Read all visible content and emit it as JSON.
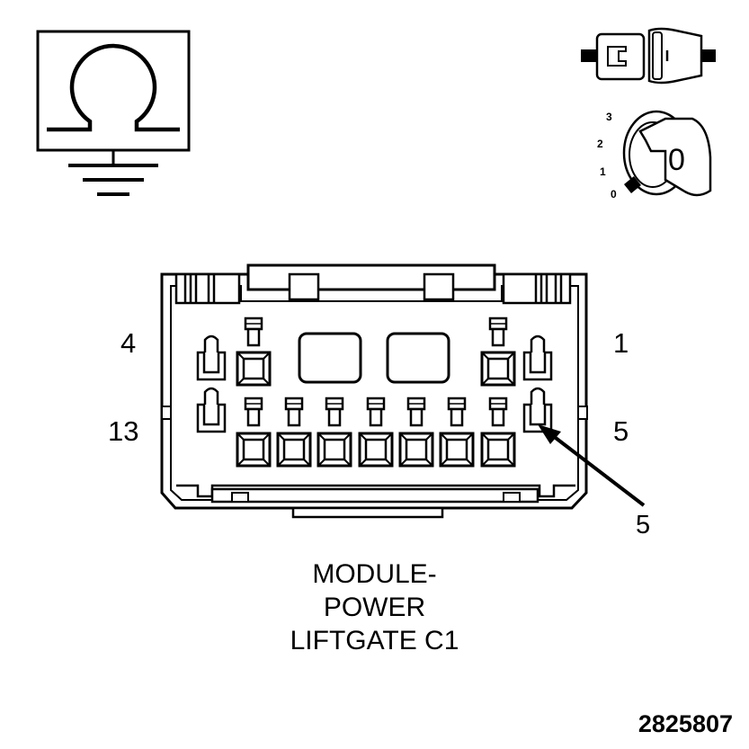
{
  "connector": {
    "pin_labels": {
      "top_left": "4",
      "top_right": "1",
      "bottom_left": "13",
      "bottom_right": "5",
      "callout": "5"
    },
    "title_lines": [
      "MODULE-",
      "POWER",
      "LIFTGATE C1"
    ]
  },
  "ignition_key": {
    "positions": [
      "3",
      "2",
      "1",
      "0"
    ],
    "key_mark": "0"
  },
  "figure_number": "2825807",
  "icons": [
    "ohmmeter-ground-icon",
    "connector-disconnected-icon",
    "ignition-key-off-icon"
  ]
}
